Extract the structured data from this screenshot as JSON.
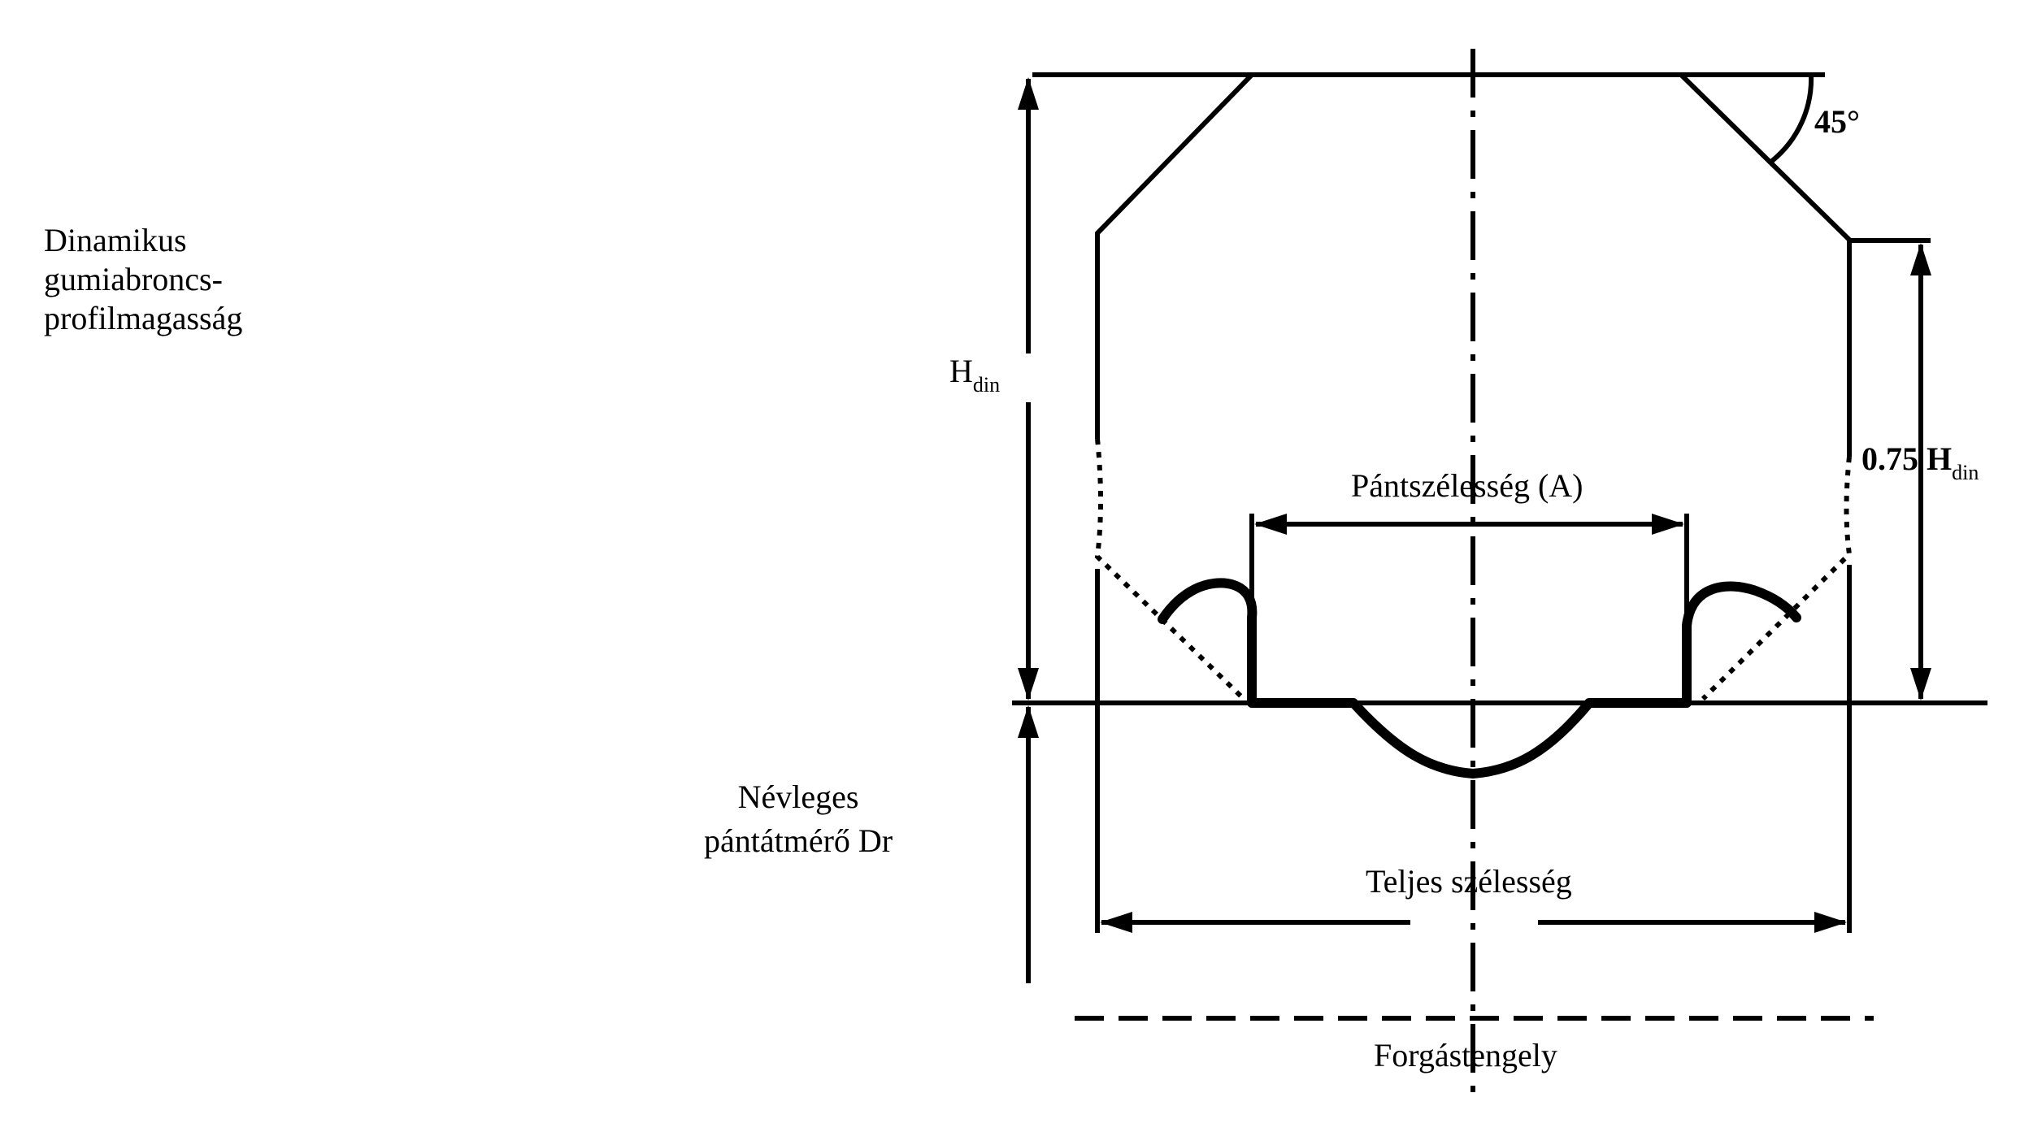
{
  "labels": {
    "tire_height": "Dinamikus gumiabroncs-profilmagasság",
    "tire_height_lines": [
      "Dinamikus",
      "gumiabroncs-",
      "profilmagasság"
    ],
    "rim_diameter_lines": [
      "Névleges",
      "pántátmérő Dr"
    ],
    "h_main": "H",
    "h_sub": "din",
    "h75_main": "0.75 H",
    "h75_sub": "din",
    "rim_width": "Pántszélesség (A)",
    "total_width": "Teljes szélesség",
    "rotation_axis": "Forgástengely",
    "angle": "45°"
  },
  "colors": {
    "ink": "#000000",
    "background": "#ffffff"
  }
}
